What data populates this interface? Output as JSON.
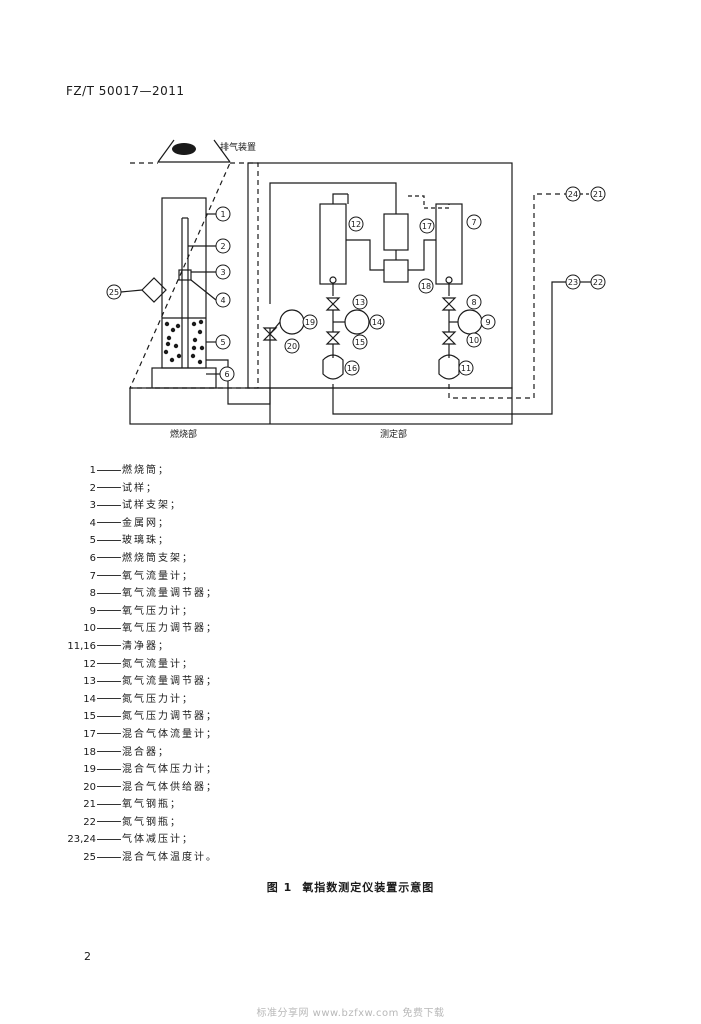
{
  "header": {
    "standard_code": "FZ/T 50017—2011"
  },
  "diagram": {
    "exhaust_label": "排气装置",
    "combustion_section_label": "燃烧部",
    "measurement_section_label": "测定部",
    "callouts": [
      "1",
      "2",
      "3",
      "4",
      "5",
      "6",
      "7",
      "8",
      "9",
      "10",
      "11",
      "12",
      "13",
      "14",
      "15",
      "16",
      "17",
      "18",
      "19",
      "20",
      "21",
      "22",
      "23",
      "24",
      "25"
    ]
  },
  "legend": [
    {
      "num": "1",
      "text": "燃烧筒；"
    },
    {
      "num": "2",
      "text": "试样；"
    },
    {
      "num": "3",
      "text": "试样支架；"
    },
    {
      "num": "4",
      "text": "金属网；"
    },
    {
      "num": "5",
      "text": "玻璃珠；"
    },
    {
      "num": "6",
      "text": "燃烧筒支架；"
    },
    {
      "num": "7",
      "text": "氧气流量计；"
    },
    {
      "num": "8",
      "text": "氧气流量调节器；"
    },
    {
      "num": "9",
      "text": "氧气压力计；"
    },
    {
      "num": "10",
      "text": "氧气压力调节器；"
    },
    {
      "num": "11,16",
      "text": "清净器；"
    },
    {
      "num": "12",
      "text": "氮气流量计；"
    },
    {
      "num": "13",
      "text": "氮气流量调节器；"
    },
    {
      "num": "14",
      "text": "氮气压力计；"
    },
    {
      "num": "15",
      "text": "氮气压力调节器；"
    },
    {
      "num": "17",
      "text": "混合气体流量计；"
    },
    {
      "num": "18",
      "text": "混合器；"
    },
    {
      "num": "19",
      "text": "混合气体压力计；"
    },
    {
      "num": "20",
      "text": "混合气体供给器；"
    },
    {
      "num": "21",
      "text": "氧气钢瓶；"
    },
    {
      "num": "22",
      "text": "氮气钢瓶；"
    },
    {
      "num": "23,24",
      "text": "气体减压计；"
    },
    {
      "num": "25",
      "text": "混合气体温度计。"
    }
  ],
  "caption": {
    "figure_label": "图 1",
    "title": "氧指数测定仪装置示意图"
  },
  "page_number": "2",
  "watermark": "标准分享网 www.bzfxw.com 免费下载"
}
